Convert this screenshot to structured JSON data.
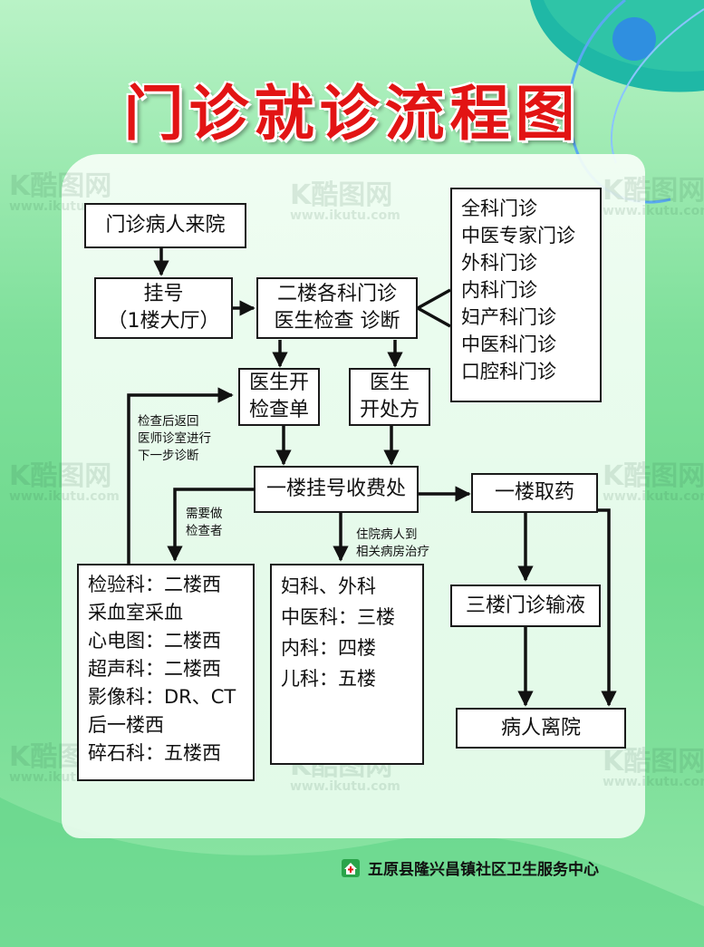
{
  "title": "门诊就诊流程图",
  "watermark": {
    "brand": "K酷图网",
    "url": "www.ikutu.com"
  },
  "nodes": {
    "arrival": "门诊病人来院",
    "register": [
      "挂号",
      "（1楼大厅）"
    ],
    "clinics": [
      "二楼各科门诊",
      "医生检查 诊断"
    ],
    "exam_order": [
      "医生开",
      "检查单"
    ],
    "prescription": [
      "医生",
      "开处方"
    ],
    "cashier": "一楼挂号收费处",
    "pharmacy": "一楼取药",
    "infusion": "三楼门诊输液",
    "discharge": "病人离院"
  },
  "departments": [
    "全科门诊",
    "中医专家门诊",
    "外科门诊",
    "内科门诊",
    "妇产科门诊",
    "中医科门诊",
    "口腔科门诊"
  ],
  "exams": [
    "检验科：二楼西",
    "采血室采血",
    "心电图：二楼西",
    "超声科：二楼西",
    "影像科：DR、CT",
    "后一楼西",
    "碎石科：五楼西"
  ],
  "wards": [
    "妇科、外科",
    "中医科：三楼",
    "内科：四楼",
    "儿科：五楼"
  ],
  "notes": {
    "return": [
      "检查后返回",
      "医师诊室进行",
      "下一步诊断"
    ],
    "needs_exam": [
      "需要做",
      "检查者"
    ],
    "inpatient": [
      "住院病人到",
      "相关病房治疗"
    ]
  },
  "footer": {
    "org": "五原县隆兴昌镇社区卫生服务中心"
  },
  "colors": {
    "title": "#e21414",
    "background": "#7fe09b",
    "accent": "#2f8fe0"
  }
}
